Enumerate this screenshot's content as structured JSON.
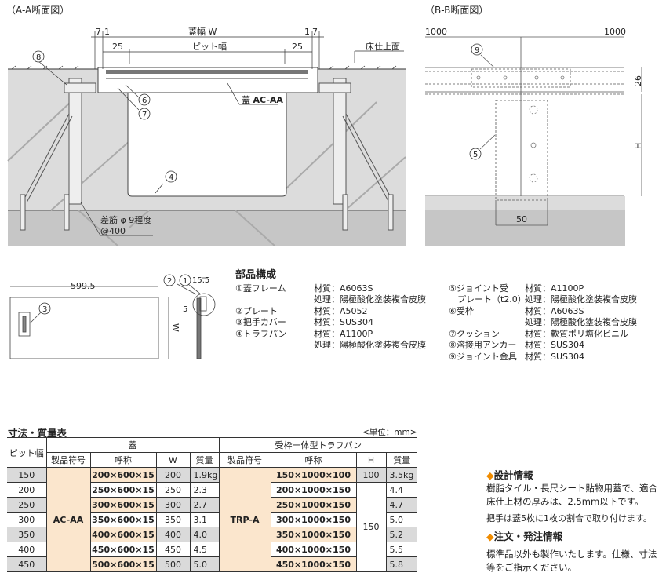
{
  "section_aa": {
    "title": "（A-A断面図）",
    "dim_7": "7",
    "dim_1": "1",
    "cover_width": "蓋幅 W",
    "pit_width": "ピット幅",
    "dim_25": "25",
    "floor_level": "床仕上面",
    "cover_label_prefix": "蓋 ",
    "cover_label_code": "AC-AA",
    "rebar_line1": "差筋 φ 9程度",
    "rebar_line2": "@400",
    "callouts": [
      "8",
      "6",
      "7",
      "4"
    ]
  },
  "section_bb": {
    "title": "（B-B断面図）",
    "dim_left": "1000",
    "dim_right": "1000",
    "dim_26": "26",
    "dim_h": "H",
    "dim_50": "50",
    "callouts": [
      "9",
      "5"
    ]
  },
  "plan_view": {
    "length": "599.5",
    "width": "W",
    "dim_15_5": "15.5",
    "dim_5": "5",
    "callouts": [
      "3",
      "2",
      "1"
    ]
  },
  "parts": {
    "title": "部品構成",
    "left": [
      {
        "name": "①蓋フレーム",
        "spec": [
          "材質：A6063S",
          "処理：陽極酸化塗装複合皮膜"
        ]
      },
      {
        "name": "②プレート",
        "spec": [
          "材質：A5052"
        ]
      },
      {
        "name": "③把手カバー",
        "spec": [
          "材質：SUS304"
        ]
      },
      {
        "name": "④トラフパン",
        "spec": [
          "材質：A1100P",
          "処理：陽極酸化塗装複合皮膜"
        ]
      }
    ],
    "right": [
      {
        "name": "⑤ジョイント受",
        "name2": "　プレート（t2.0）",
        "spec": [
          "材質：A1100P",
          "処理：陽極酸化塗装複合皮膜"
        ]
      },
      {
        "name": "⑥受枠",
        "spec": [
          "材質：A6063S",
          "処理：陽極酸化塗装複合皮膜"
        ]
      },
      {
        "name": "⑦クッション",
        "spec": [
          "材質：軟質ポリ塩化ビニル"
        ]
      },
      {
        "name": "⑧溶接用アンカー",
        "spec": [
          "材質：SUS304"
        ]
      },
      {
        "name": "⑨ジョイント金具",
        "spec": [
          "材質：SUS304"
        ]
      }
    ]
  },
  "table": {
    "title": "寸法・質量表",
    "unit": "<単位：mm>",
    "headers": {
      "pit": "ピット幅",
      "cover": "蓋",
      "trough": "受枠一体型トラフパン",
      "code": "製品符号",
      "name": "呼称",
      "w": "W",
      "mass": "質量",
      "h": "H"
    },
    "cover_code": "AC-AA",
    "trough_code": "TRP-A",
    "h_merged": "150",
    "rows": [
      {
        "pit": "150",
        "cover": "200×600×15",
        "w": "200",
        "cmass": "1.9kg",
        "trough": "150×1000×100",
        "h": "100",
        "tmass": "3.5kg"
      },
      {
        "pit": "200",
        "cover": "250×600×15",
        "w": "250",
        "cmass": "2.3",
        "trough": "200×1000×150",
        "tmass": "4.4"
      },
      {
        "pit": "250",
        "cover": "300×600×15",
        "w": "300",
        "cmass": "2.7",
        "trough": "250×1000×150",
        "tmass": "4.7"
      },
      {
        "pit": "300",
        "cover": "350×600×15",
        "w": "350",
        "cmass": "3.1",
        "trough": "300×1000×150",
        "tmass": "5.0"
      },
      {
        "pit": "350",
        "cover": "400×600×15",
        "w": "400",
        "cmass": "4.0",
        "trough": "350×1000×150",
        "tmass": "5.2"
      },
      {
        "pit": "400",
        "cover": "450×600×15",
        "w": "450",
        "cmass": "4.5",
        "trough": "400×1000×150",
        "tmass": "5.5"
      },
      {
        "pit": "450",
        "cover": "500×600×15",
        "w": "500",
        "cmass": "5.0",
        "trough": "450×1000×150",
        "tmass": "5.8"
      }
    ]
  },
  "notes": {
    "design_title": "設計情報",
    "design_text1": "樹脂タイル・長尺シート貼物用蓋で、適合床仕上材の厚みは、2.5mm以下です。",
    "design_text2": "把手は蓋5枚に1枚の割合で取り付けます。",
    "order_title": "注文・発注情報",
    "order_text": "標準品以外も製作いたします。仕様、寸法等をご指示ください。",
    "diamond": "◆",
    "accent": "#f08c00"
  }
}
